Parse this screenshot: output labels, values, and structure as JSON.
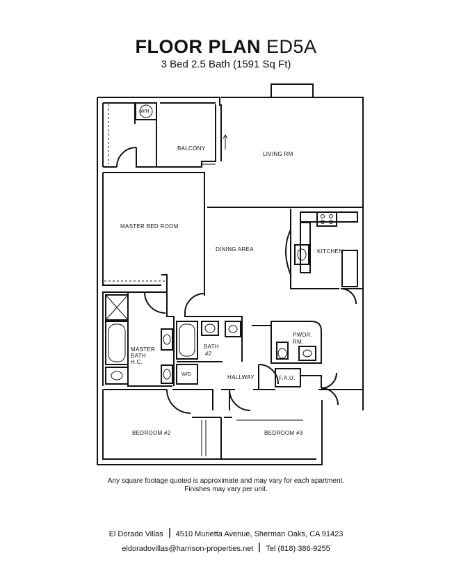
{
  "header": {
    "title_bold": "FLOOR PLAN",
    "title_plain": "ED5A",
    "subtitle": "3 Bed 2.5 Bath (1591 Sq Ft)"
  },
  "rooms": {
    "wh": "W/H",
    "balcony": "BALCONY",
    "living": "LIVING RM",
    "master_bed": "MASTER BED ROOM",
    "dining": "DINING AREA",
    "kitchen": "KITCHEN",
    "master_bath_1": "MASTER",
    "master_bath_2": "BATH",
    "master_bath_3": "H.C.",
    "bath2_1": "BATH",
    "bath2_2": "#2",
    "pwdr_1": "PWDR.",
    "pwdr_2": "RM.",
    "wd": "W/D",
    "fau": "F.A.U.",
    "hallway": "HALLWAY",
    "bedroom2": "BEDROOM #2",
    "bedroom3": "BEDROOM #3"
  },
  "disclaimer": {
    "line1": "Any square footage quoted is approximate and may vary for each apartment.",
    "line2": "Finishes may vary per unit."
  },
  "footer": {
    "name": "El Dorado Villas",
    "address": "4510 Murietta Avenue, Sherman Oaks, CA 91423",
    "email": "eldoradovillas@harrison-properties.net",
    "phone": "Tel (818) 386-9255",
    "separator_color": "#2e6b55"
  }
}
